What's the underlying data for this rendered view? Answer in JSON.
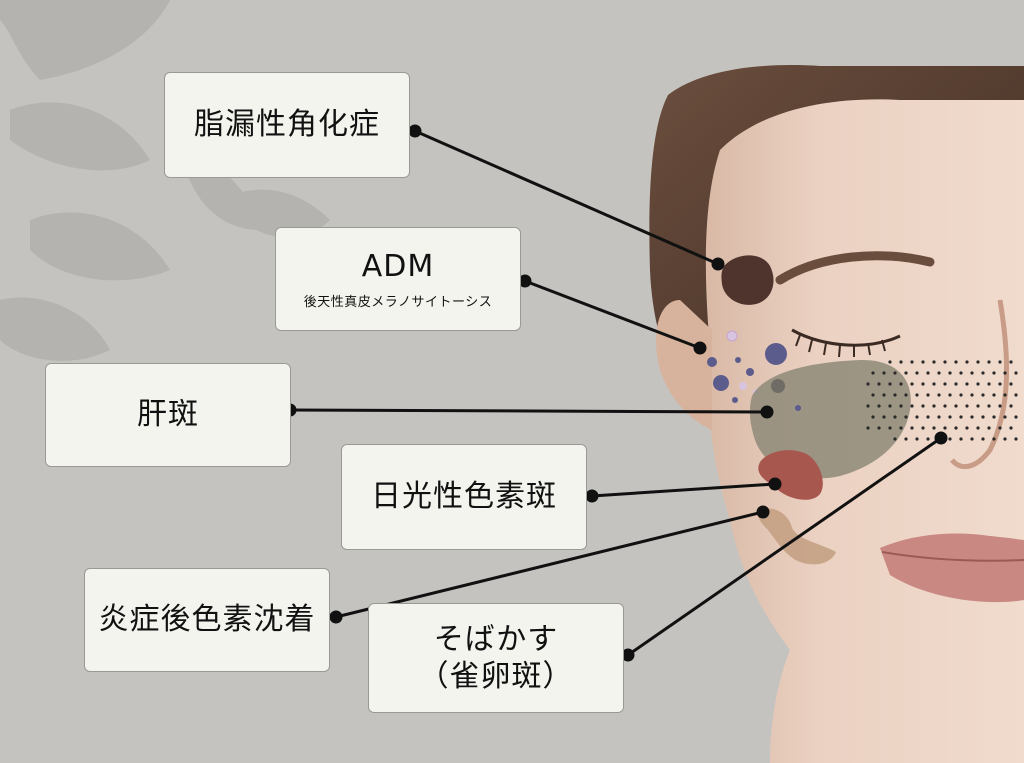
{
  "labels": {
    "seborrheic_keratosis": "脂漏性角化症",
    "adm": "ADM",
    "adm_sub": "後天性真皮メラノサイトーシス",
    "melasma": "肝斑",
    "solar_lentigo": "日光性色素斑",
    "pih": "炎症後色素沈着",
    "freckles_line1": "そばかす",
    "freckles_line2": "（雀卵斑）"
  },
  "colors": {
    "background": "#c4c3bf",
    "box_fill": "#f4f4ee",
    "box_border": "#9a9a94",
    "leader_line": "#111111",
    "seborrheic_mark": "#4e342c",
    "adm_dots": "#5c5c8c",
    "melasma_patch": "#8e8a78",
    "solar_lentigo_patch": "#a8574f",
    "pih_patch": "#c4a184",
    "freckle_dots": "#2a2a2a",
    "skin": "#e8cdbd",
    "hair": "#5a4134"
  }
}
